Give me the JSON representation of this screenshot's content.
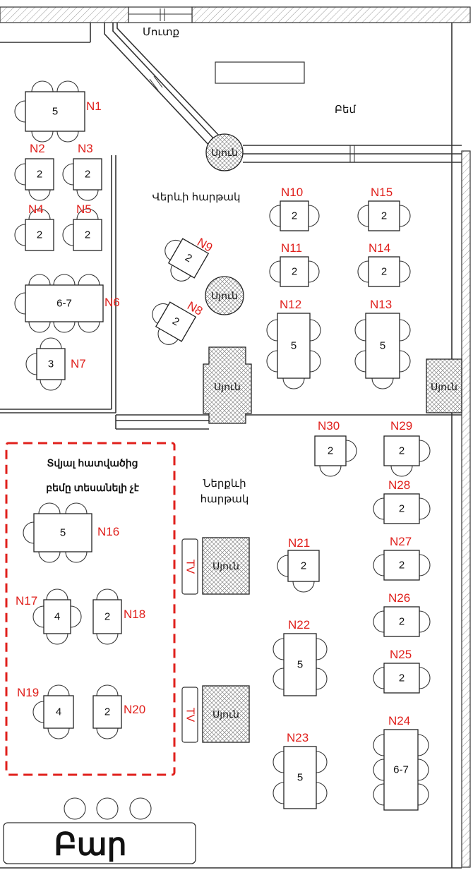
{
  "labels": {
    "entrance": "Մուտք",
    "stage": "Բեմ",
    "upper_hall": "Վերևի հարթակ",
    "lower_hall_line1": "Ներքևի",
    "lower_hall_line2": "հարթակ",
    "note_line1": "Տվյալ հատվածից",
    "note_line2": "բեմը տեսանելի չէ",
    "bar": "Բար",
    "column": "Սյուն",
    "tv": "TV"
  },
  "tables": [
    {
      "id": "N1",
      "seats": "5"
    },
    {
      "id": "N2",
      "seats": "2"
    },
    {
      "id": "N3",
      "seats": "2"
    },
    {
      "id": "N4",
      "seats": "2"
    },
    {
      "id": "N5",
      "seats": "2"
    },
    {
      "id": "N6",
      "seats": "6-7"
    },
    {
      "id": "N7",
      "seats": "3"
    },
    {
      "id": "N8",
      "seats": "2"
    },
    {
      "id": "N9",
      "seats": "2"
    },
    {
      "id": "N10",
      "seats": "2"
    },
    {
      "id": "N11",
      "seats": "2"
    },
    {
      "id": "N12",
      "seats": "5"
    },
    {
      "id": "N13",
      "seats": "5"
    },
    {
      "id": "N14",
      "seats": "2"
    },
    {
      "id": "N15",
      "seats": "2"
    },
    {
      "id": "N16",
      "seats": "5"
    },
    {
      "id": "N17",
      "seats": "4"
    },
    {
      "id": "N18",
      "seats": "2"
    },
    {
      "id": "N19",
      "seats": "4"
    },
    {
      "id": "N20",
      "seats": "2"
    },
    {
      "id": "N21",
      "seats": "2"
    },
    {
      "id": "N22",
      "seats": "5"
    },
    {
      "id": "N23",
      "seats": "5"
    },
    {
      "id": "N24",
      "seats": "6-7"
    },
    {
      "id": "N25",
      "seats": "2"
    },
    {
      "id": "N26",
      "seats": "2"
    },
    {
      "id": "N27",
      "seats": "2"
    },
    {
      "id": "N28",
      "seats": "2"
    },
    {
      "id": "N29",
      "seats": "2"
    },
    {
      "id": "N30",
      "seats": "2"
    }
  ],
  "colors": {
    "table_id": "#e0201c",
    "restricted_zone": "#e0201c",
    "wall": "#333333"
  }
}
